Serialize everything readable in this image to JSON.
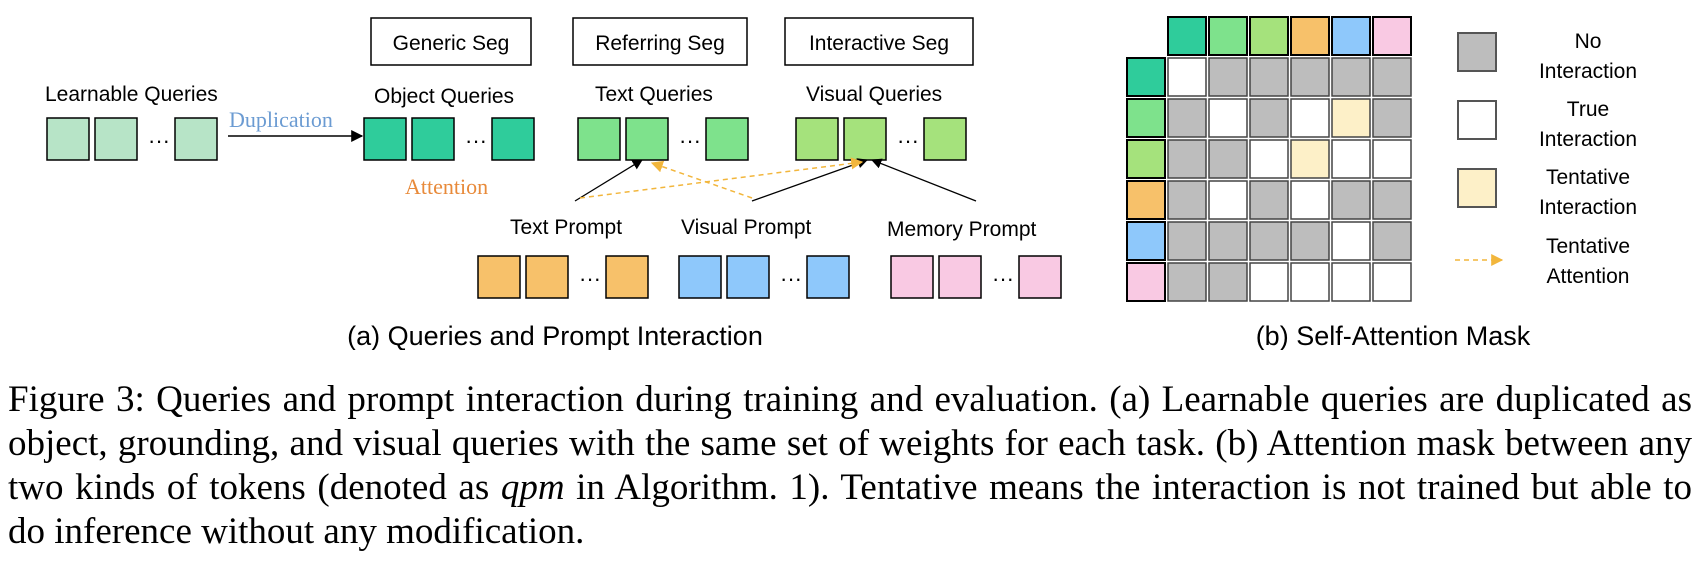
{
  "panel_a": {
    "boxes": {
      "generic": "Generic Seg",
      "referring": "Referring Seg",
      "interactive": "Interactive Seg"
    },
    "labels": {
      "learnable": "Learnable Queries",
      "object": "Object Queries",
      "text_q": "Text Queries",
      "visual_q": "Visual Queries",
      "duplication": "Duplication",
      "attention": "Attention",
      "text_prompt": "Text Prompt",
      "visual_prompt": "Visual Prompt",
      "memory_prompt": "Memory Prompt"
    },
    "ellipsis": "···",
    "colors": {
      "learnable": "#b7e4c7",
      "object": "#2fcc9b",
      "text_q": "#7ee28c",
      "visual_q": "#a5e27c",
      "text_prompt": "#f7c16a",
      "visual_prompt": "#8ec8fb",
      "memory_prompt": "#f9c9e3",
      "duplication_text": "#6b9bd2",
      "attention_text": "#e88a3a",
      "tentative_arrow": "#f2b63c"
    },
    "title": "(a) Queries and Prompt Interaction"
  },
  "panel_b": {
    "title": "(b) Self-Attention Mask",
    "header_colors": [
      "#2fcc9b",
      "#7ee28c",
      "#a5e27c",
      "#f7c16a",
      "#8ec8fb",
      "#f9c9e3"
    ],
    "cell_colors": {
      "N": "#bdbdbd",
      "T": "#ffffff",
      "P": "#fdf0c8"
    },
    "grid": [
      [
        "T",
        "N",
        "N",
        "N",
        "N",
        "N"
      ],
      [
        "N",
        "T",
        "N",
        "T",
        "P",
        "N"
      ],
      [
        "N",
        "N",
        "T",
        "P",
        "T",
        "T"
      ],
      [
        "N",
        "T",
        "N",
        "T",
        "N",
        "N"
      ],
      [
        "N",
        "N",
        "N",
        "N",
        "T",
        "N"
      ],
      [
        "N",
        "N",
        "T",
        "T",
        "T",
        "T"
      ]
    ],
    "legend": [
      {
        "key": "no",
        "line1": "No",
        "line2": "Interaction",
        "swatch": "#bdbdbd"
      },
      {
        "key": "true",
        "line1": "True",
        "line2": "Interaction",
        "swatch": "#ffffff"
      },
      {
        "key": "tentative",
        "line1": "Tentative",
        "line2": "Interaction",
        "swatch": "#fdf0c8"
      },
      {
        "key": "attention",
        "line1": "Tentative",
        "line2": "Attention",
        "swatch": "arrow"
      }
    ]
  },
  "caption": {
    "part1": "Figure 3: Queries and prompt interaction during training and evaluation. (a) Learnable queries are duplicated as object, grounding, and visual queries with the same set of weights for each task. (b) Attention mask between any two kinds of tokens (denoted as ",
    "math": "qpm",
    "part2": " in Algorithm. 1). Tentative means the interaction is not trained but able to do inference without any modification."
  }
}
